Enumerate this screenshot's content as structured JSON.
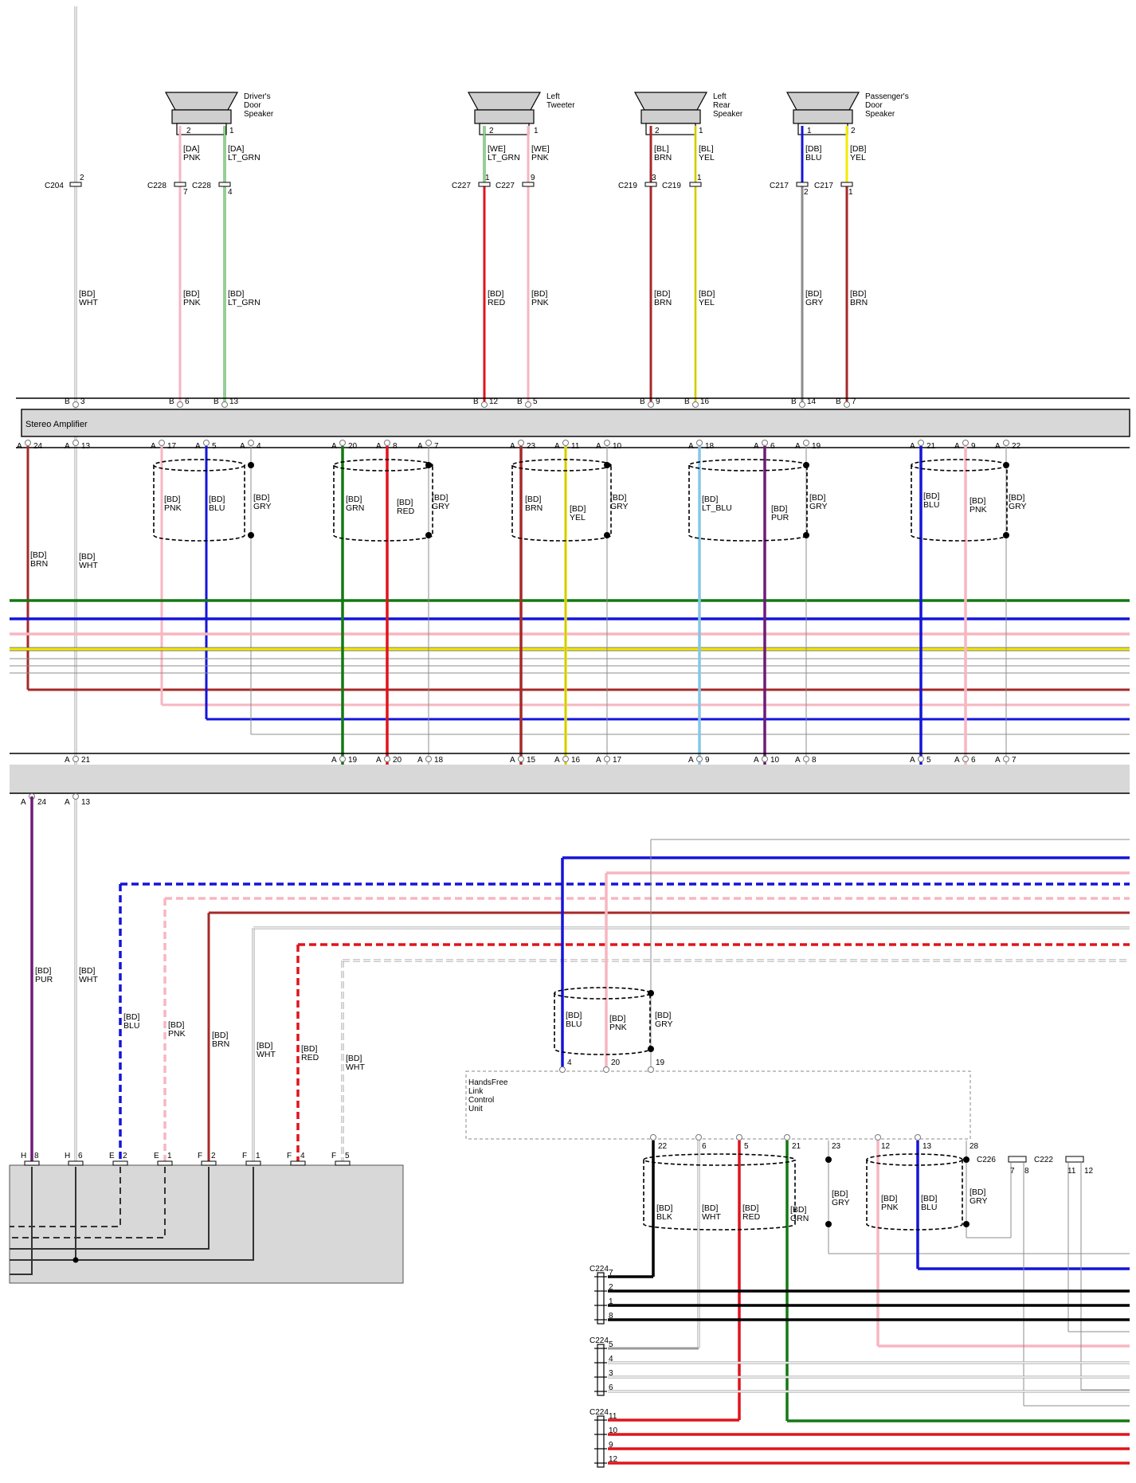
{
  "colors": {
    "PNK": "#f7b6c1",
    "LT_GRN": "#2e9e2e",
    "RED": "#e0141b",
    "BRN": "#a52a2a",
    "YEL": "#f2ea00",
    "BLU": "#1414d8",
    "GRY": "#8c8c8c",
    "WHT": "#9a9a9a",
    "GRN": "#147814",
    "LT_BLU": "#86c6e6",
    "PUR": "#701a78",
    "BLK": "#000000"
  },
  "speakers": [
    {
      "name": "Driver's Door Speaker",
      "lines": [
        "Driver's",
        "Door",
        "Speaker"
      ],
      "pins": [
        "2",
        "1"
      ],
      "wires": [
        {
          "top": "[DA]|PNK",
          "conn": "C228",
          "conn_pin": "7",
          "bottom": "[BD]|PNK",
          "color": "PNK",
          "amp_side": "B",
          "amp_pin": "6"
        },
        {
          "top": "[DA]|LT_GRN",
          "conn": "C228",
          "conn_pin": "4",
          "bottom": "[BD]|LT_GRN",
          "color": "LT_GRN",
          "amp_side": "B",
          "amp_pin": "13"
        }
      ]
    },
    {
      "name": "Left Tweeter",
      "lines": [
        "Left",
        "Tweeter"
      ],
      "pins": [
        "2",
        "1"
      ],
      "wires": [
        {
          "top": "[WE]|LT_GRN",
          "conn": "C227",
          "conn_pin": "1",
          "bottom": "[BD]|RED",
          "color": "RED",
          "amp_side": "B",
          "amp_pin": "12"
        },
        {
          "top": "[WE]|PNK",
          "conn": "C227",
          "conn_pin": "9",
          "bottom": "[BD]|PNK",
          "color": "PNK",
          "amp_side": "B",
          "amp_pin": "5"
        }
      ]
    },
    {
      "name": "Left Rear Speaker",
      "lines": [
        "Left",
        "Rear",
        "Speaker"
      ],
      "pins": [
        "2",
        "1"
      ],
      "wires": [
        {
          "top": "[BL]|BRN",
          "conn": "C219",
          "conn_pin": "3",
          "bottom": "[BD]|BRN",
          "color": "BRN",
          "amp_side": "B",
          "amp_pin": "9"
        },
        {
          "top": "[BL]|YEL",
          "conn": "C219",
          "conn_pin": "1",
          "bottom": "[BD]|YEL",
          "color": "YEL",
          "amp_side": "B",
          "amp_pin": "16"
        }
      ]
    },
    {
      "name": "Passenger's Door Speaker",
      "lines": [
        "Passenger's",
        "Door",
        "Speaker"
      ],
      "pins": [
        "1",
        "2"
      ],
      "wires": [
        {
          "top": "[DB]|BLU",
          "conn": "C217",
          "conn_pin": "2",
          "bottom": "[BD]|GRY",
          "color": "GRY",
          "amp_side": "B",
          "amp_pin": "14"
        },
        {
          "top": "[DB]|YEL",
          "conn": "C217",
          "conn_pin": "1",
          "bottom": "[BD]|BRN",
          "color": "BRN",
          "amp_side": "B",
          "amp_pin": "7"
        }
      ]
    }
  ],
  "c204": {
    "label": "C204",
    "pin": "2",
    "wire": "[BD]|WHT",
    "amp_side": "B",
    "amp_pin": "3"
  },
  "amplifier": {
    "label": "Stereo Amplifier"
  },
  "amp_a_pins": [
    {
      "side": "A",
      "pin": "24",
      "label": "[BD]|BRN",
      "color": "BRN"
    },
    {
      "side": "A",
      "pin": "13",
      "label": "[BD]|WHT",
      "color": "WHT"
    },
    {
      "side": "A",
      "pin": "17",
      "label": "[BD]|PNK",
      "color": "PNK"
    },
    {
      "side": "A",
      "pin": "5",
      "label": "[BD]|BLU",
      "color": "BLU"
    },
    {
      "side": "A",
      "pin": "4",
      "label": "[BD]|GRY",
      "color": "GRY"
    },
    {
      "side": "A",
      "pin": "20",
      "label": "[BD]|GRN",
      "color": "GRN"
    },
    {
      "side": "A",
      "pin": "8",
      "label": "[BD]|RED",
      "color": "RED"
    },
    {
      "side": "A",
      "pin": "7",
      "label": "[BD]|GRY",
      "color": "GRY"
    },
    {
      "side": "A",
      "pin": "23",
      "label": "[BD]|BRN",
      "color": "BRN"
    },
    {
      "side": "A",
      "pin": "11",
      "label": "[BD]|YEL",
      "color": "YEL"
    },
    {
      "side": "A",
      "pin": "10",
      "label": "[BD]|GRY",
      "color": "GRY"
    },
    {
      "side": "A",
      "pin": "18",
      "label": "[BD]|LT_BLU",
      "color": "LT_BLU"
    },
    {
      "side": "A",
      "pin": "6",
      "label": "[BD]|PUR",
      "color": "PUR"
    },
    {
      "side": "A",
      "pin": "19",
      "label": "[BD]|GRY",
      "color": "GRY"
    },
    {
      "side": "A",
      "pin": "21",
      "label": "[BD]|BLU",
      "color": "BLU"
    },
    {
      "side": "A",
      "pin": "9",
      "label": "[BD]|PNK",
      "color": "PNK"
    },
    {
      "side": "A",
      "pin": "22",
      "label": "[BD]|GRY",
      "color": "GRY"
    }
  ],
  "lower_a_pins": [
    {
      "side": "A",
      "pin": "21"
    },
    {
      "side": "A",
      "pin": "19"
    },
    {
      "side": "A",
      "pin": "20"
    },
    {
      "side": "A",
      "pin": "18"
    },
    {
      "side": "A",
      "pin": "15"
    },
    {
      "side": "A",
      "pin": "16"
    },
    {
      "side": "A",
      "pin": "17"
    },
    {
      "side": "A",
      "pin": "9"
    },
    {
      "side": "A",
      "pin": "10"
    },
    {
      "side": "A",
      "pin": "8"
    },
    {
      "side": "A",
      "pin": "5"
    },
    {
      "side": "A",
      "pin": "6"
    },
    {
      "side": "A",
      "pin": "7"
    }
  ],
  "module2_top_pins": [
    {
      "side": "A",
      "pin": "24"
    },
    {
      "side": "A",
      "pin": "13"
    }
  ],
  "module2_wires": [
    {
      "label": "[BD]|PUR",
      "color": "PUR"
    },
    {
      "label": "[BD]|WHT",
      "color": "WHT"
    },
    {
      "label": "[BD]|BLU",
      "color": "BLU"
    },
    {
      "label": "[BD]|PNK",
      "color": "PNK"
    },
    {
      "label": "[BD]|BRN",
      "color": "BRN"
    },
    {
      "label": "[BD]|WHT",
      "color": "WHT"
    },
    {
      "label": "[BD]|RED",
      "color": "RED"
    },
    {
      "label": "[BD]|WHT",
      "color": "WHT"
    }
  ],
  "module3_pins": [
    {
      "side": "H",
      "pin": "8"
    },
    {
      "side": "H",
      "pin": "6"
    },
    {
      "side": "E",
      "pin": "2"
    },
    {
      "side": "E",
      "pin": "1"
    },
    {
      "side": "F",
      "pin": "2"
    },
    {
      "side": "F",
      "pin": "1"
    },
    {
      "side": "F",
      "pin": "4"
    },
    {
      "side": "F",
      "pin": "5"
    }
  ],
  "handsfree": {
    "lines": [
      "HandsFree",
      "Link",
      "Control",
      "Unit"
    ],
    "top_pins": [
      "4",
      "20",
      "19"
    ],
    "top_wires": [
      {
        "label": "[BD]|BLU"
      },
      {
        "label": "[BD]|PNK"
      },
      {
        "label": "[BD]|GRY"
      }
    ],
    "bottom_pins": [
      "22",
      "6",
      "5",
      "21",
      "23",
      "12",
      "13",
      "28"
    ],
    "bottom_wires": [
      {
        "label": "[BD]|BLK"
      },
      {
        "label": "[BD]|WHT"
      },
      {
        "label": "[BD]|RED"
      },
      {
        "label": "[BD]|GRN"
      },
      {
        "label": "[BD]|GRY"
      },
      {
        "label": "[BD]|PNK"
      },
      {
        "label": "[BD]|BLU"
      },
      {
        "label": "[BD]|GRY"
      }
    ]
  },
  "splices": [
    {
      "label": "C226",
      "pins": [
        "7",
        "8"
      ]
    },
    {
      "label": "C222",
      "pins": [
        "11",
        "12"
      ]
    }
  ],
  "c224_groups": [
    {
      "label": "C224",
      "pins": [
        "7",
        "2",
        "1",
        "8"
      ]
    },
    {
      "label": "C224",
      "pins": [
        "5",
        "4",
        "3",
        "6"
      ]
    },
    {
      "label": "C224",
      "pins": [
        "11",
        "10",
        "9",
        "12"
      ]
    }
  ]
}
